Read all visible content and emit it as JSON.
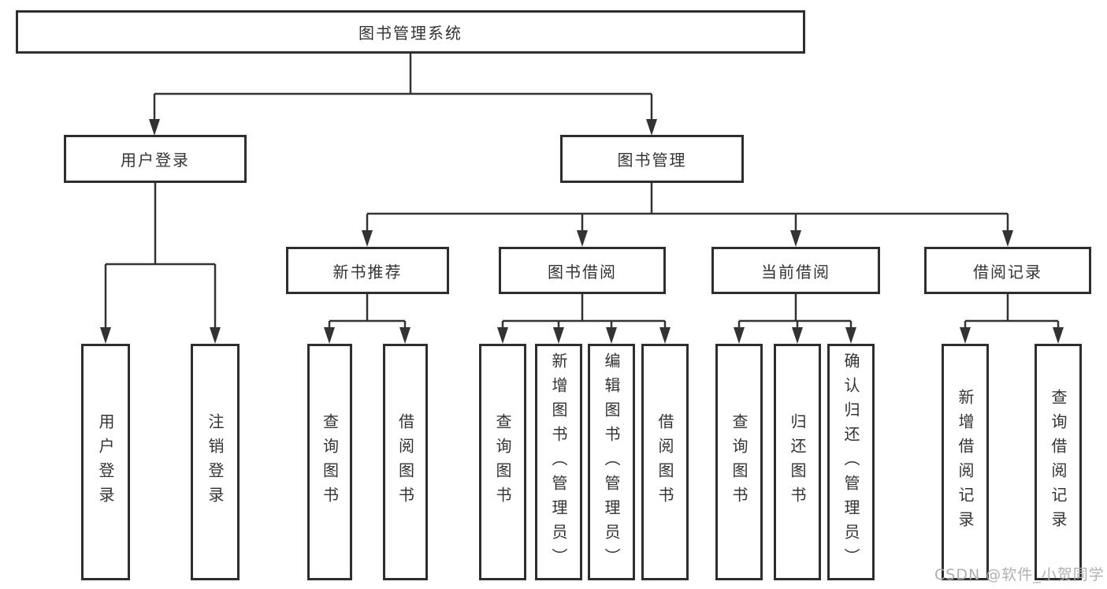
{
  "colors": {
    "line": "#333333",
    "box_border": "#2e2e2e",
    "box_fill": "#ffffff",
    "text": "#333333",
    "watermark_text": "#b0b0b0"
  },
  "watermark": {
    "text": "CSDN @软件_小贺同学"
  },
  "tree": {
    "root": {
      "label": "图书管理系统"
    },
    "branches": [
      {
        "label": "用户登录",
        "leaves": [
          {
            "label": "用户登录"
          },
          {
            "label": "注销登录"
          }
        ]
      },
      {
        "label": "图书管理",
        "groups": [
          {
            "label": "新书推荐",
            "leaves": [
              {
                "label": "查询图书"
              },
              {
                "label": "借阅图书"
              }
            ]
          },
          {
            "label": "图书借阅",
            "leaves": [
              {
                "label": "查询图书"
              },
              {
                "label": "新增图书（管理员）"
              },
              {
                "label": "编辑图书（管理员）"
              },
              {
                "label": "借阅图书"
              }
            ]
          },
          {
            "label": "当前借阅",
            "leaves": [
              {
                "label": "查询图书"
              },
              {
                "label": "归还图书"
              },
              {
                "label": "确认归还（管理员）"
              }
            ]
          },
          {
            "label": "借阅记录",
            "leaves": [
              {
                "label": "新增借阅记录"
              },
              {
                "label": "查询借阅记录"
              }
            ]
          }
        ]
      }
    ]
  }
}
